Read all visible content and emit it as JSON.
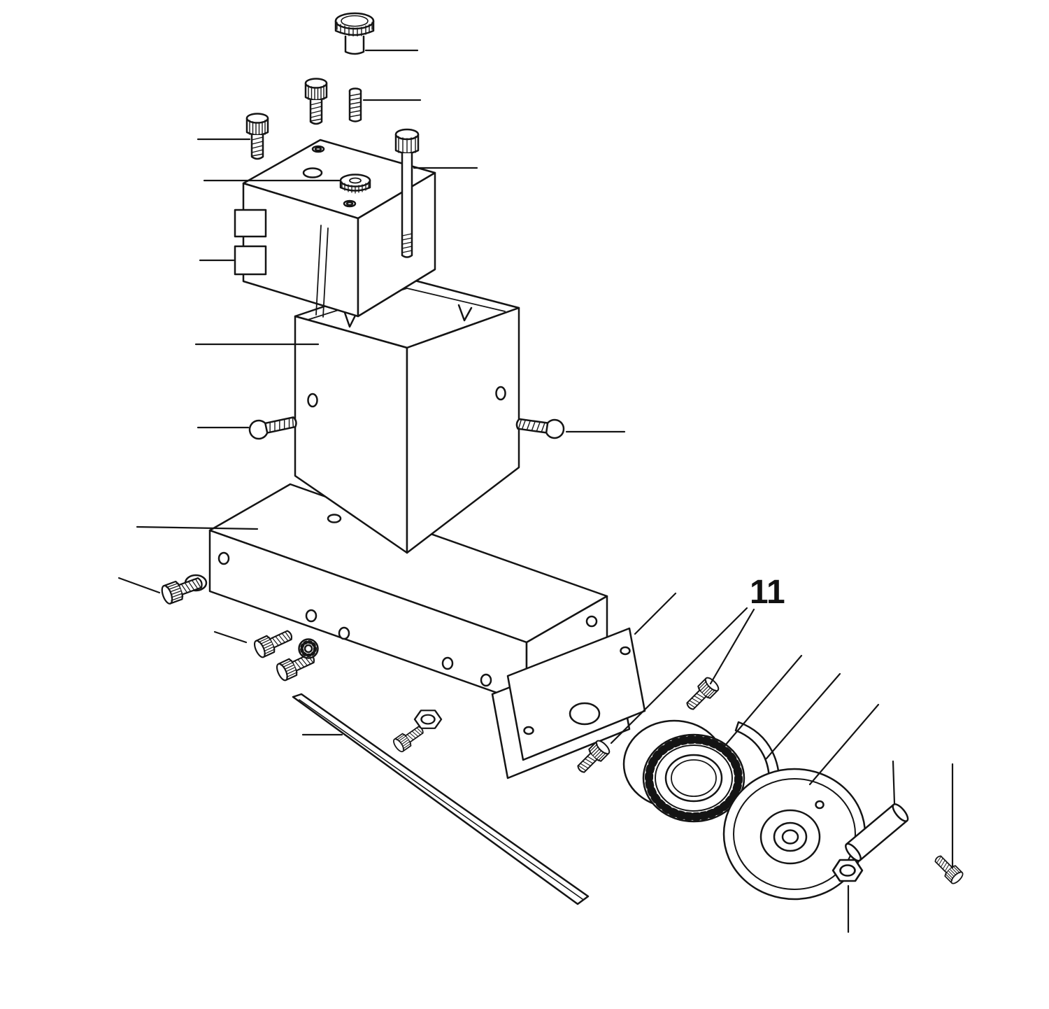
{
  "figure": {
    "background_color": "#ffffff",
    "line_color": "#141414",
    "callouts": [
      {
        "text": "11"
      }
    ],
    "parts": [
      "knurled-cap-screw",
      "socket-head-screw-a",
      "threaded-pin",
      "socket-head-screw-b",
      "knurled-nut",
      "clamp-block",
      "long-socket-screw",
      "column-body",
      "pan-head-screw-left",
      "pan-head-screw-right",
      "base-plate",
      "washer",
      "washer-screw",
      "mid-screw-a",
      "mid-screw-b",
      "face-screw",
      "hex-nut",
      "nut-screw",
      "gib-strip",
      "cover-plate",
      "cover-screw-a",
      "cover-screw-b",
      "toothed-pulley",
      "belt-segment",
      "pulley-wheel",
      "spacer-pin",
      "hex-plug",
      "small-socket-screw"
    ]
  }
}
